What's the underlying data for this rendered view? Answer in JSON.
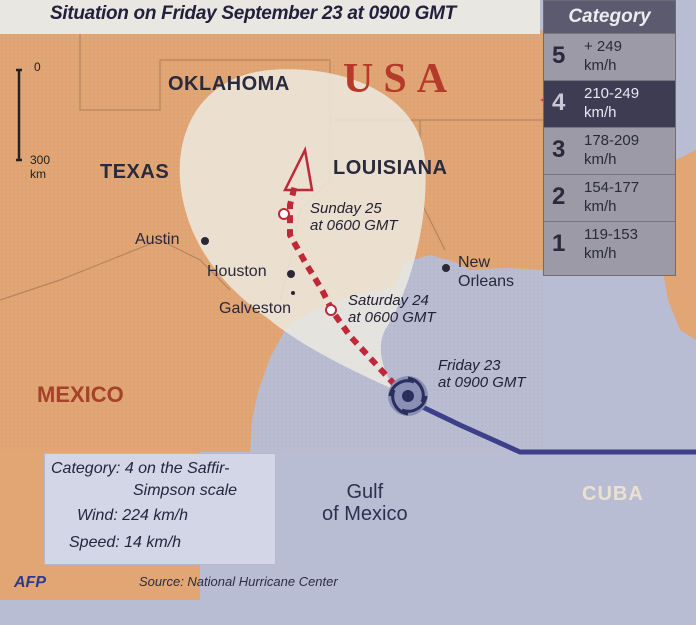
{
  "title": "Situation on Friday September 23 at 0900 GMT",
  "labels": {
    "country_usa": "USA",
    "country_mexico": "MEXICO",
    "country_cuba": "CUBA",
    "state_oklahoma": "OKLAHOMA",
    "state_texas": "TEXAS",
    "state_louisiana": "LOUISIANA",
    "city_austin": "Austin",
    "city_houston": "Houston",
    "city_galveston": "Galveston",
    "city_new_orleans": [
      "New",
      "Orleans"
    ],
    "water_gulf": [
      "Gulf",
      "of Mexico"
    ]
  },
  "forecast_points": [
    {
      "day": "Sunday 25",
      "time": "at 0600 GMT"
    },
    {
      "day": "Saturday 24",
      "time": "at 0600 GMT"
    },
    {
      "day": "Friday 23",
      "time": "at 0900 GMT"
    }
  ],
  "scale": {
    "top": "0",
    "bottom": [
      "300",
      "km"
    ]
  },
  "category_panel": {
    "header": "Category",
    "active_category": "4",
    "rows": [
      {
        "num": "5",
        "range": [
          "+ 249",
          "km/h"
        ]
      },
      {
        "num": "4",
        "range": [
          "210-249",
          "km/h"
        ]
      },
      {
        "num": "3",
        "range": [
          "178-209",
          "km/h"
        ]
      },
      {
        "num": "2",
        "range": [
          "154-177",
          "km/h"
        ]
      },
      {
        "num": "1",
        "range": [
          "119-153",
          "km/h"
        ]
      }
    ]
  },
  "info": {
    "category": [
      "Category: 4 on the Saffir-",
      "Simpson scale"
    ],
    "wind": "Wind: 224 km/h",
    "speed": "Speed: 14 km/h"
  },
  "source": "Source: National Hurricane Center",
  "agency": "AFP",
  "colors": {
    "land": "#e2a574",
    "land_dark": "#c98a5a",
    "sea": "#b9bdd4",
    "track": "#c0283a",
    "cone": "#eceae0",
    "accent": "#d23a4a"
  }
}
